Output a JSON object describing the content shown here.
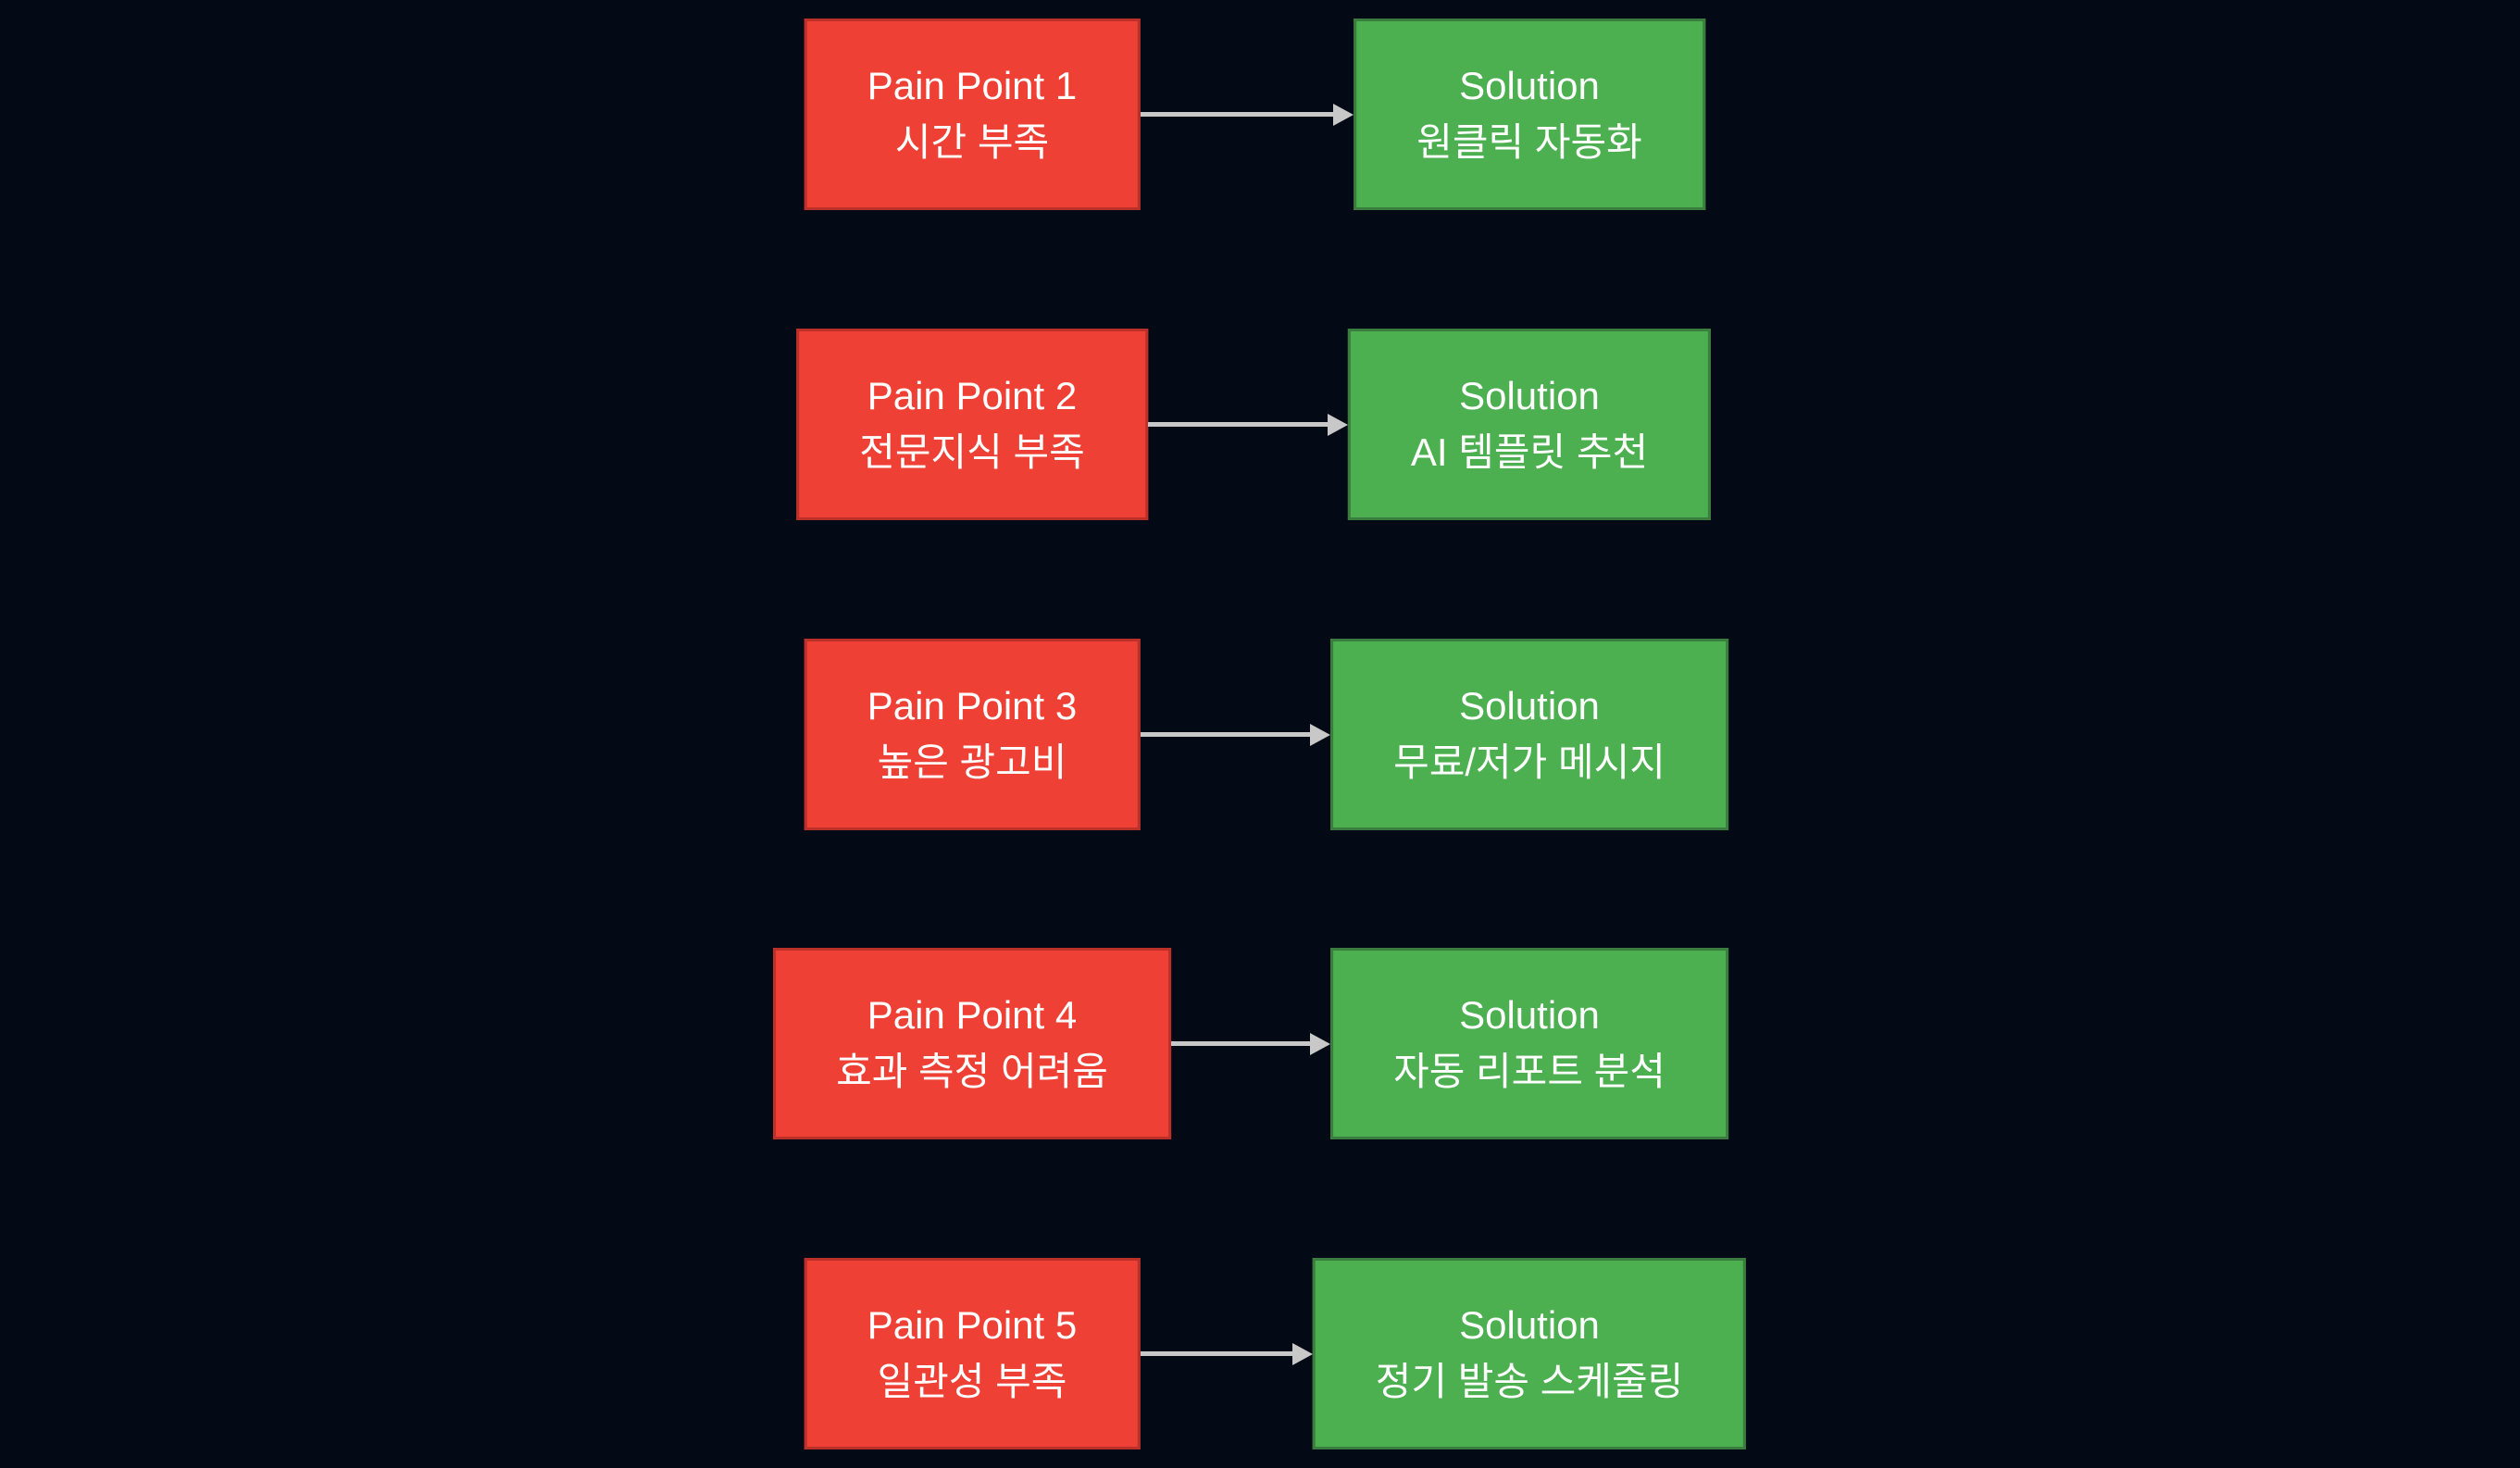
{
  "colors": {
    "background": "#040a15",
    "pain_fill": "#ee4035",
    "pain_border": "#bb3129",
    "solution_fill": "#4caf50",
    "solution_border": "#3a7d3e",
    "arrow": "#c8c8c8",
    "text": "#ffffff"
  },
  "rows": [
    {
      "pain_title": "Pain Point 1",
      "pain_label": "시간 부족",
      "solution_title": "Solution",
      "solution_label": "원클릭 자동화"
    },
    {
      "pain_title": "Pain Point 2",
      "pain_label": "전문지식 부족",
      "solution_title": "Solution",
      "solution_label": "AI 템플릿 추천"
    },
    {
      "pain_title": "Pain Point 3",
      "pain_label": "높은 광고비",
      "solution_title": "Solution",
      "solution_label": "무료/저가 메시지"
    },
    {
      "pain_title": "Pain Point 4",
      "pain_label": "효과 측정 어려움",
      "solution_title": "Solution",
      "solution_label": "자동 리포트 분석"
    },
    {
      "pain_title": "Pain Point 5",
      "pain_label": "일관성 부족",
      "solution_title": "Solution",
      "solution_label": "정기 발송 스케줄링"
    }
  ]
}
